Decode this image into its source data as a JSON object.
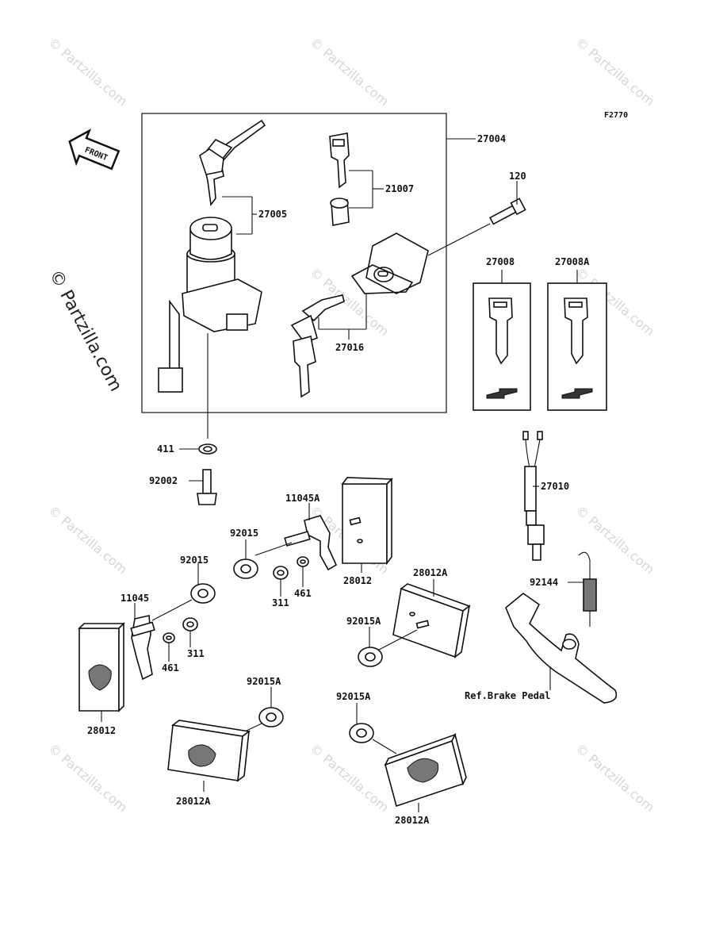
{
  "figure_code": "F2770",
  "front_label": "FRONT",
  "watermark_text": "© Partzilla.com",
  "side_watermark_text": "© Partzilla.com",
  "labels": {
    "p27004": "27004",
    "p27005": "27005",
    "p21007": "21007",
    "p120": "120",
    "p27016": "27016",
    "p27008": "27008",
    "p27008A": "27008A",
    "p411": "411",
    "p92002": "92002",
    "p27010": "27010",
    "p11045A": "11045A",
    "p92015_a": "92015",
    "p92015_b": "92015",
    "p311_a": "311",
    "p461_a": "461",
    "p28012_a": "28012",
    "p28012A_a": "28012A",
    "p92015A_a": "92015A",
    "p11045": "11045",
    "p461_b": "461",
    "p311_b": "311",
    "p92144": "92144",
    "ref_brake_pedal": "Ref.Brake Pedal",
    "p28012_b": "28012",
    "p92015A_b": "92015A",
    "p92015A_c": "92015A",
    "p28012A_b": "28012A",
    "p28012A_c": "28012A"
  }
}
